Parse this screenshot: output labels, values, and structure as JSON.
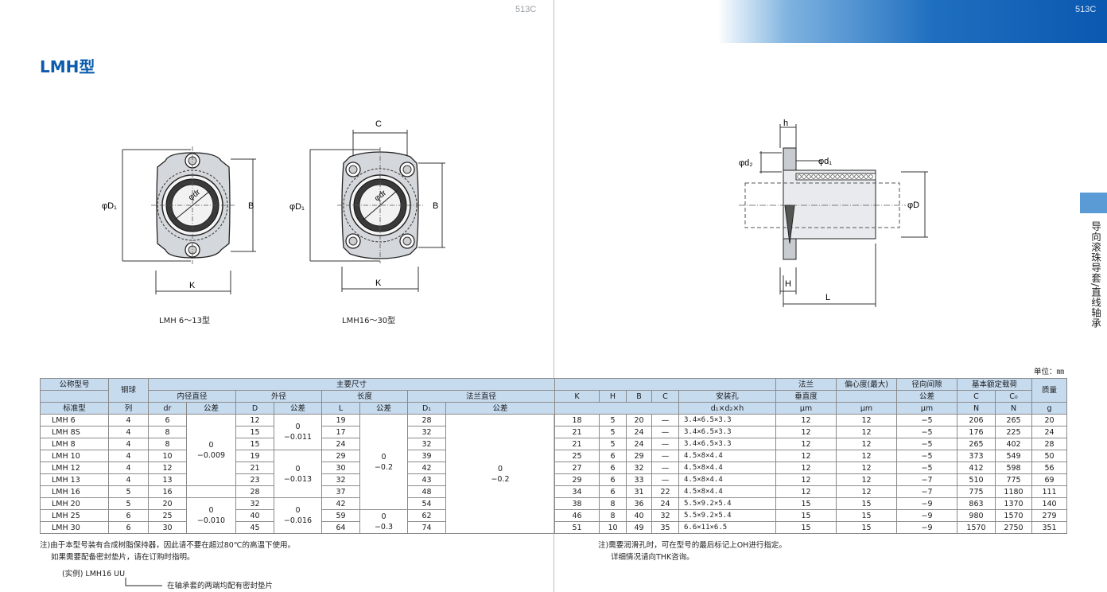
{
  "header": {
    "page_left": "513C",
    "page_right": "513C",
    "title": "LMH型",
    "side_label": "导向滚珠导套/直线轴承"
  },
  "drawings": {
    "fig1_caption": "LMH 6～13型",
    "fig2_caption": "LMH16～30型",
    "labels": {
      "d1": "φD₁",
      "b": "B",
      "k": "K",
      "c": "C",
      "dr": "φdr",
      "h": "h",
      "hbig": "H",
      "l": "L",
      "d": "φD",
      "d2": "φd₂",
      "d1small": "φd₁"
    }
  },
  "table": {
    "unit": "单位：㎜",
    "head_left": {
      "model": "公称型号",
      "ball": "钢球",
      "main_dims": "主要尺寸",
      "inner": "内径直径",
      "outer": "外径",
      "length": "长度",
      "flange_dia": "法兰直径",
      "standard": "标准型",
      "rows": "列",
      "dr": "dr",
      "tol": "公差",
      "D": "D",
      "L": "L",
      "D1": "D₁"
    },
    "head_right": {
      "K": "K",
      "H": "H",
      "B": "B",
      "C": "C",
      "mount": "安装孔",
      "mount_sub": "d₁×d₂×h",
      "flange": "法兰",
      "perp": "垂直度",
      "ecc": "偏心度(最大)",
      "clear": "径向间隙",
      "clear_tol": "公差",
      "load": "基本额定载荷",
      "Cdyn": "C",
      "Cstat": "C₀",
      "mass": "质量",
      "um": "μm",
      "N": "N",
      "g": "g"
    },
    "tolerances": {
      "inner_a_top": "0",
      "inner_a_bot": "−0.009",
      "inner_b_top": "0",
      "inner_b_bot": "−0.010",
      "outer_a_top": "0",
      "outer_a_bot": "−0.011",
      "outer_b_top": "0",
      "outer_b_bot": "−0.013",
      "outer_c_top": "0",
      "outer_c_bot": "−0.016",
      "len_a_top": "0",
      "len_a_bot": "−0.2",
      "len_b_top": "0",
      "len_b_bot": "−0.3",
      "flange_top": "0",
      "flange_bot": "−0.2"
    },
    "rows": [
      {
        "model": "LMH 6",
        "ball": "4",
        "dr": "6",
        "D": "12",
        "L": "19",
        "D1": "28",
        "K": "18",
        "H": "5",
        "B": "20",
        "C": "—",
        "hole": "3.4×6.5×3.3",
        "perp": "12",
        "ecc": "12",
        "clr": "−5",
        "Cd": "206",
        "Cs": "265",
        "m": "20"
      },
      {
        "model": "LMH 8S",
        "ball": "4",
        "dr": "8",
        "D": "15",
        "L": "17",
        "D1": "32",
        "K": "21",
        "H": "5",
        "B": "24",
        "C": "—",
        "hole": "3.4×6.5×3.3",
        "perp": "12",
        "ecc": "12",
        "clr": "−5",
        "Cd": "176",
        "Cs": "225",
        "m": "24"
      },
      {
        "model": "LMH 8",
        "ball": "4",
        "dr": "8",
        "D": "15",
        "L": "24",
        "D1": "32",
        "K": "21",
        "H": "5",
        "B": "24",
        "C": "—",
        "hole": "3.4×6.5×3.3",
        "perp": "12",
        "ecc": "12",
        "clr": "−5",
        "Cd": "265",
        "Cs": "402",
        "m": "28"
      },
      {
        "model": "LMH 10",
        "ball": "4",
        "dr": "10",
        "D": "19",
        "L": "29",
        "D1": "39",
        "K": "25",
        "H": "6",
        "B": "29",
        "C": "—",
        "hole": "4.5×8×4.4",
        "perp": "12",
        "ecc": "12",
        "clr": "−5",
        "Cd": "373",
        "Cs": "549",
        "m": "50"
      },
      {
        "model": "LMH 12",
        "ball": "4",
        "dr": "12",
        "D": "21",
        "L": "30",
        "D1": "42",
        "K": "27",
        "H": "6",
        "B": "32",
        "C": "—",
        "hole": "4.5×8×4.4",
        "perp": "12",
        "ecc": "12",
        "clr": "−5",
        "Cd": "412",
        "Cs": "598",
        "m": "56"
      },
      {
        "model": "LMH 13",
        "ball": "4",
        "dr": "13",
        "D": "23",
        "L": "32",
        "D1": "43",
        "K": "29",
        "H": "6",
        "B": "33",
        "C": "—",
        "hole": "4.5×8×4.4",
        "perp": "12",
        "ecc": "12",
        "clr": "−7",
        "Cd": "510",
        "Cs": "775",
        "m": "69"
      },
      {
        "model": "LMH 16",
        "ball": "5",
        "dr": "16",
        "D": "28",
        "L": "37",
        "D1": "48",
        "K": "34",
        "H": "6",
        "B": "31",
        "C": "22",
        "hole": "4.5×8×4.4",
        "perp": "12",
        "ecc": "12",
        "clr": "−7",
        "Cd": "775",
        "Cs": "1180",
        "m": "111"
      },
      {
        "model": "LMH 20",
        "ball": "5",
        "dr": "20",
        "D": "32",
        "L": "42",
        "D1": "54",
        "K": "38",
        "H": "8",
        "B": "36",
        "C": "24",
        "hole": "5.5×9.2×5.4",
        "perp": "15",
        "ecc": "15",
        "clr": "−9",
        "Cd": "863",
        "Cs": "1370",
        "m": "140"
      },
      {
        "model": "LMH 25",
        "ball": "6",
        "dr": "25",
        "D": "40",
        "L": "59",
        "D1": "62",
        "K": "46",
        "H": "8",
        "B": "40",
        "C": "32",
        "hole": "5.5×9.2×5.4",
        "perp": "15",
        "ecc": "15",
        "clr": "−9",
        "Cd": "980",
        "Cs": "1570",
        "m": "279"
      },
      {
        "model": "LMH 30",
        "ball": "6",
        "dr": "30",
        "D": "45",
        "L": "64",
        "D1": "74",
        "K": "51",
        "H": "10",
        "B": "49",
        "C": "35",
        "hole": "6.6×11×6.5",
        "perp": "15",
        "ecc": "15",
        "clr": "−9",
        "Cd": "1570",
        "Cs": "2750",
        "m": "351"
      }
    ]
  },
  "notes": {
    "left_1": "注)由于本型号装有合成树脂保持器，因此请不要在超过80℃的高温下使用。",
    "left_2": "如果需要配备密封垫片，请在订购时指明。",
    "example": "(实例) LMH16 UU",
    "example_desc": "在轴承套的两端均配有密封垫片",
    "right_1": "注)需要润滑孔时，可在型号的最后标记上OH进行指定。",
    "right_2": "详细情况请向THK咨询。"
  }
}
